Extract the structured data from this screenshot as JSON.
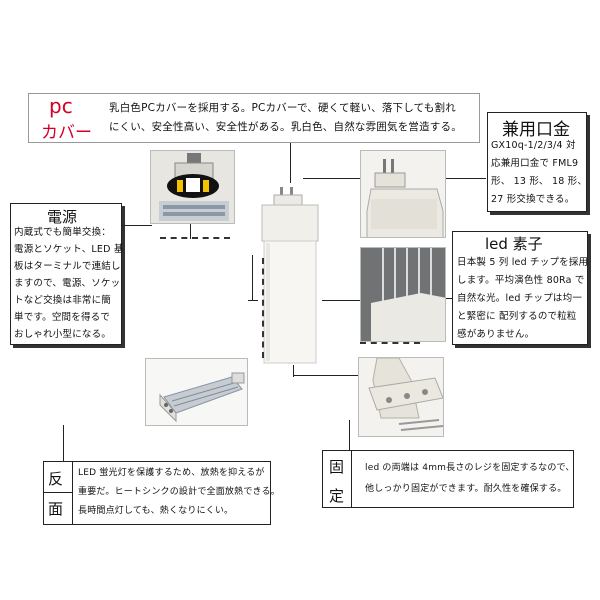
{
  "pc_cover": {
    "title_line1": "pc",
    "title_line2": "カバー",
    "line1": "乳白色PCカバーを採用する。PCカバーで、硬くて軽い、落下しても割れ",
    "line2": "にくい、安全性高い、安全性がある。乳白色、自然な雰囲気を営造する。",
    "title_color": "#d2002a"
  },
  "compat": {
    "title": "兼用口金",
    "line1": "GX10q-1/2/3/4 対",
    "line2": "応兼用口金で FML9",
    "line3": "形、 13 形、 18 形、",
    "line4": "27 形交換できる。"
  },
  "power": {
    "title": "電源",
    "line1": "内蔵式でも簡単交換：",
    "line2": "電源とソケット、LED 基",
    "line3": "板はターミナルで連結し",
    "line4": "ますので、電源、ソケッ",
    "line5": "トなど交換は非常に簡",
    "line6": "単です。空間を得るで",
    "line7": "おしゃれ小型になる。"
  },
  "led": {
    "title": "led 素子",
    "line1": "日本製 5 列 led チップを採用",
    "line2": "します。平均演色性 80Ra で",
    "line3": "自然な光。led チップは均一",
    "line4": "と緊密に 配列するので粒粒",
    "line5": "感がありません。"
  },
  "back": {
    "title_top": "反",
    "title_bottom": "面",
    "line1": "LED 蛍光灯を保護するため、放熱を抑えるが",
    "line2": "重要だ。ヒートシンクの設計で全面放熱できる。",
    "line3": "長時間点灯しても、熱くなりにくい。"
  },
  "fix": {
    "title_top": "固",
    "title_bottom": "定",
    "line1": "led の両端は 4mm長さのレジを固定するなので、",
    "line2": "他しっかり固定ができます。耐久性を確保する。"
  }
}
